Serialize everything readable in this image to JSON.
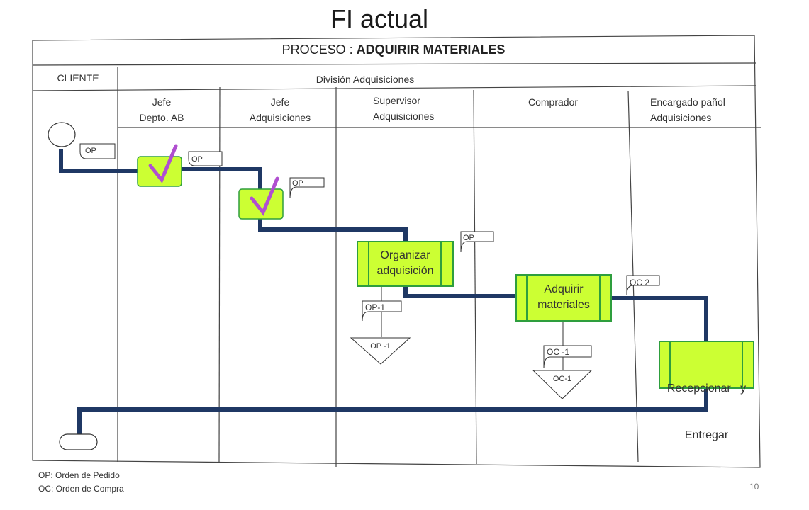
{
  "title": "FI actual",
  "process": {
    "prefix": "PROCESO : ",
    "name": "ADQUIRIR MATERIALES"
  },
  "header": {
    "cliente": "CLIENTE",
    "division": "División  Adquisiciones"
  },
  "roles": [
    {
      "line1": "Jefe",
      "line2": "Depto.  AB"
    },
    {
      "line1": "Jefe",
      "line2": "Adquisiciones"
    },
    {
      "line1": "Supervisor",
      "line2": "Adquisiciones"
    },
    {
      "line1": "Comprador",
      "line2": ""
    },
    {
      "line1": "Encargado pañol",
      "line2": "Adquisiciones"
    }
  ],
  "documents": {
    "op1": "OP",
    "op2": "OP",
    "op3": "OP",
    "op4": "OP",
    "op_minus1": "OP-1",
    "oc2": "OC 2",
    "oc_minus1": "OC -1"
  },
  "archives": {
    "op": "OP -1",
    "oc": "OC-1"
  },
  "processes": {
    "organizar": {
      "line1": "Organizar",
      "line2": "adquisición"
    },
    "adquirir": {
      "line1": "Adquirir",
      "line2": "materiales"
    },
    "recepcionar": {
      "line1": "Recepcionar   y",
      "line2": "Entregar"
    }
  },
  "notes": {
    "op": "OP: Orden de Pedido",
    "oc": "OC: Orden de Compra"
  },
  "page_number": "10",
  "colors": {
    "flow": "#1f3864",
    "box_fill": "#ccff33",
    "box_border": "#2e9e3e",
    "check": "#b04fd0"
  }
}
